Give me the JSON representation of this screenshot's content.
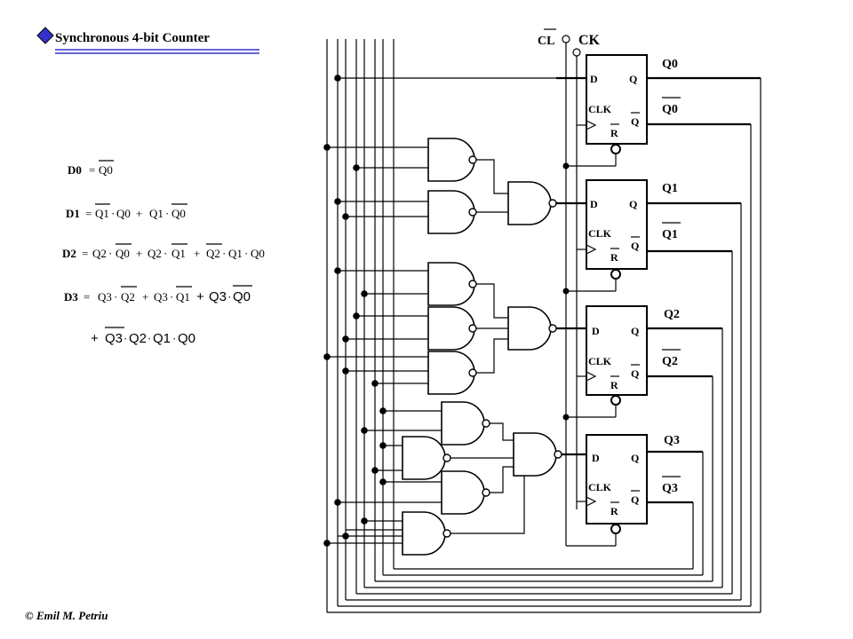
{
  "title": "Synchronous 4-bit Counter",
  "footer": "© Emil M. Petriu",
  "inputs": {
    "clear": "CL",
    "clock": "CK"
  },
  "equations": {
    "d0": {
      "lhs": "D0",
      "eq": "=",
      "rhs": "Q0"
    },
    "d1": {
      "lhs": "D1",
      "eq": "=",
      "t1": "Q1",
      "t2": "Q0",
      "plus": "+",
      "t3": "Q1",
      "t4": "Q0"
    },
    "d2": {
      "lhs": "D2",
      "eq": "=",
      "t1": "Q2",
      "t2": "Q0",
      "plus1": "+",
      "t3": "Q2",
      "t4": "Q1",
      "plus2": "+",
      "t5": "Q2",
      "t6": "Q1",
      "t7": "Q0"
    },
    "d3": {
      "lhs": "D3",
      "eq": "=",
      "t1": "Q3",
      "t2": "Q2",
      "plus1": "+",
      "t3": "Q3",
      "t4": "Q1",
      "plus2": "+",
      "t5": "Q3",
      "t6": "Q0"
    },
    "d3b": {
      "plus": "+",
      "t1": "Q3",
      "t2": "Q2",
      "t3": "Q1",
      "t4": "Q0"
    }
  },
  "flipflop_pins": {
    "d": "D",
    "q": "Q",
    "clk": "CLK",
    "qbar": "Q",
    "reset": "R"
  },
  "outputs": [
    {
      "q": "Q0",
      "qbar": "Q0"
    },
    {
      "q": "Q1",
      "qbar": "Q1"
    },
    {
      "q": "Q2",
      "qbar": "Q2"
    },
    {
      "q": "Q3",
      "qbar": "Q3"
    }
  ]
}
